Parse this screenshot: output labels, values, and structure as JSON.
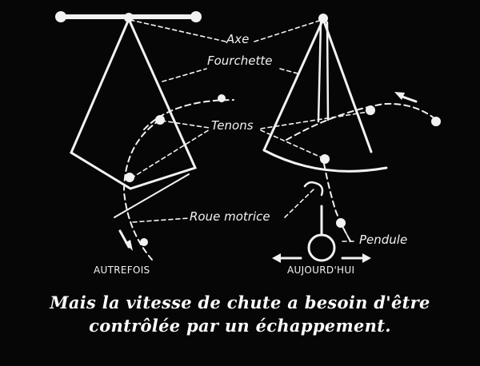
{
  "labels": {
    "axe": "Axe",
    "fourchette": "Fourchette",
    "tenons": "Tenons",
    "roue_motrice": "Roue motrice",
    "pendule": "Pendule"
  },
  "panels": {
    "left": "AUTREFOIS",
    "right": "AUJOURD'HUI"
  },
  "caption": {
    "line1": "Mais la vitesse de chute a besoin d'être",
    "line2": "contrôlée par un échappement."
  },
  "colors": {
    "background": "#060606",
    "foreground": "#f2f2f2"
  }
}
